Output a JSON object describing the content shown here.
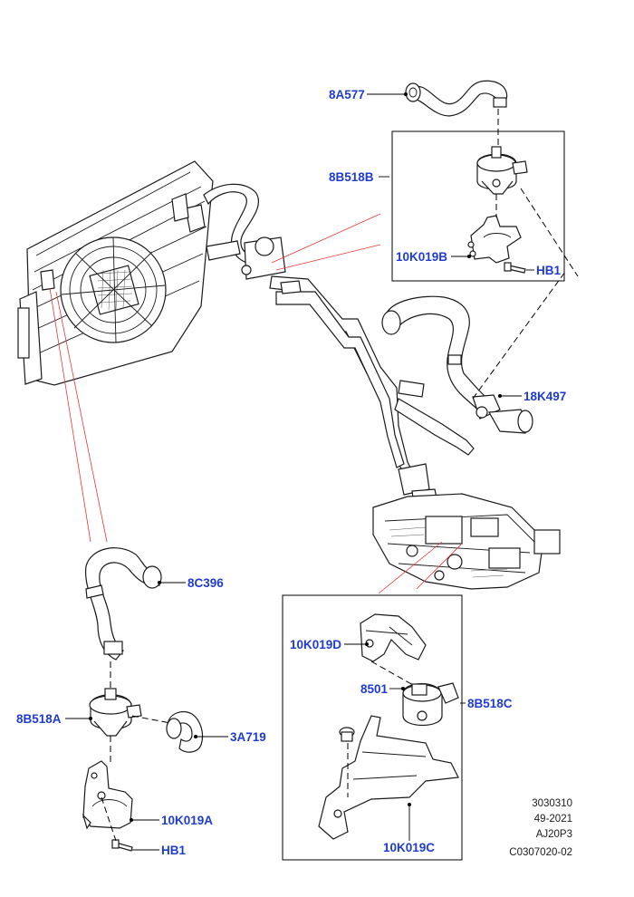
{
  "colors": {
    "label": "#1f3bd1",
    "meta": "#1a1a1a",
    "leader_red": "#e53935"
  },
  "labels": {
    "8A577": "8A577",
    "8B518B": "8B518B",
    "10K019B": "10K019B",
    "HB1_top": "HB1",
    "18K497": "18K497",
    "8C396": "8C396",
    "8B518A": "8B518A",
    "3A719": "3A719",
    "10K019A": "10K019A",
    "HB1_bottom": "HB1",
    "10K019D": "10K019D",
    "8501": "8501",
    "8B518C": "8B518C",
    "10K019C": "10K019C"
  },
  "meta": {
    "line1": "3030310",
    "line2": "49-2021",
    "line3": "AJ20P3",
    "line4": "C0307020-02"
  }
}
